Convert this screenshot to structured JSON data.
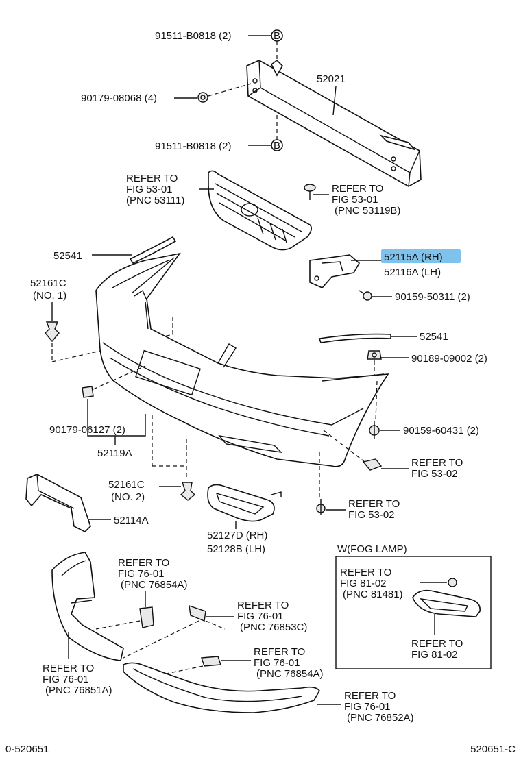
{
  "labels": {
    "bolt_top": "91511-B0818 (2)",
    "bolt_top_circle": "B",
    "nut_left": "90179-08068 (4)",
    "bolt_mid": "91511-B0818 (2)",
    "bolt_mid_circle": "B",
    "reinforcement": "52021",
    "grille_ref_1": "REFER TO",
    "grille_ref_2": "FIG 53-01",
    "grille_ref_3": "(PNC 53111)",
    "emblem_ref_1": "REFER TO",
    "emblem_ref_2": "FIG 53-01",
    "emblem_ref_3": "(PNC 53119B)",
    "strip_left": "52541",
    "clip_left_1": "52161C",
    "clip_left_2": "(NO. 1)",
    "bracket_rh": "52115A (RH)",
    "bracket_lh": "52116A (LH)",
    "screw_right_1": "90159-50311 (2)",
    "strip_right": "52541",
    "clip_right": "90189-09002 (2)",
    "nut_lower": "90179-06127 (2)",
    "bumper_cover": "52119A",
    "screw_right_2": "90159-60431 (2)",
    "ref_right_1a": "REFER TO",
    "ref_right_1b": "FIG 53-02",
    "clip_bottom_1": "52161C",
    "clip_bottom_2": "(NO. 2)",
    "ref_right_2a": "REFER TO",
    "ref_right_2b": "FIG 53-02",
    "plate": "52114A",
    "fog_cover_rh": "52127D (RH)",
    "fog_cover_lh": "52128B (LH)",
    "fog_box_title": "W(FOG LAMP)",
    "fog_ref_1a": "REFER TO",
    "fog_ref_1b": "FIG 81-02",
    "fog_ref_1c": "(PNC 81481)",
    "fog_ref_2a": "REFER TO",
    "fog_ref_2b": "FIG 81-02",
    "spoiler_ref_1a": "REFER TO",
    "spoiler_ref_1b": "FIG 76-01",
    "spoiler_ref_1c": "(PNC 76854A)",
    "spoiler_ref_2a": "REFER TO",
    "spoiler_ref_2b": "FIG 76-01",
    "spoiler_ref_2c": "(PNC 76853C)",
    "spoiler_ref_3a": "REFER TO",
    "spoiler_ref_3b": "FIG 76-01",
    "spoiler_ref_3c": "(PNC 76851A)",
    "spoiler_ref_4a": "REFER TO",
    "spoiler_ref_4b": "FIG 76-01",
    "spoiler_ref_4c": "(PNC 76854A)",
    "spoiler_ref_5a": "REFER TO",
    "spoiler_ref_5b": "FIG 76-01",
    "spoiler_ref_5c": "(PNC 76852A)",
    "footer_left": "0-520651",
    "footer_right": "520651-C"
  },
  "colors": {
    "highlight": "#7fc3ec",
    "line": "#111111"
  }
}
